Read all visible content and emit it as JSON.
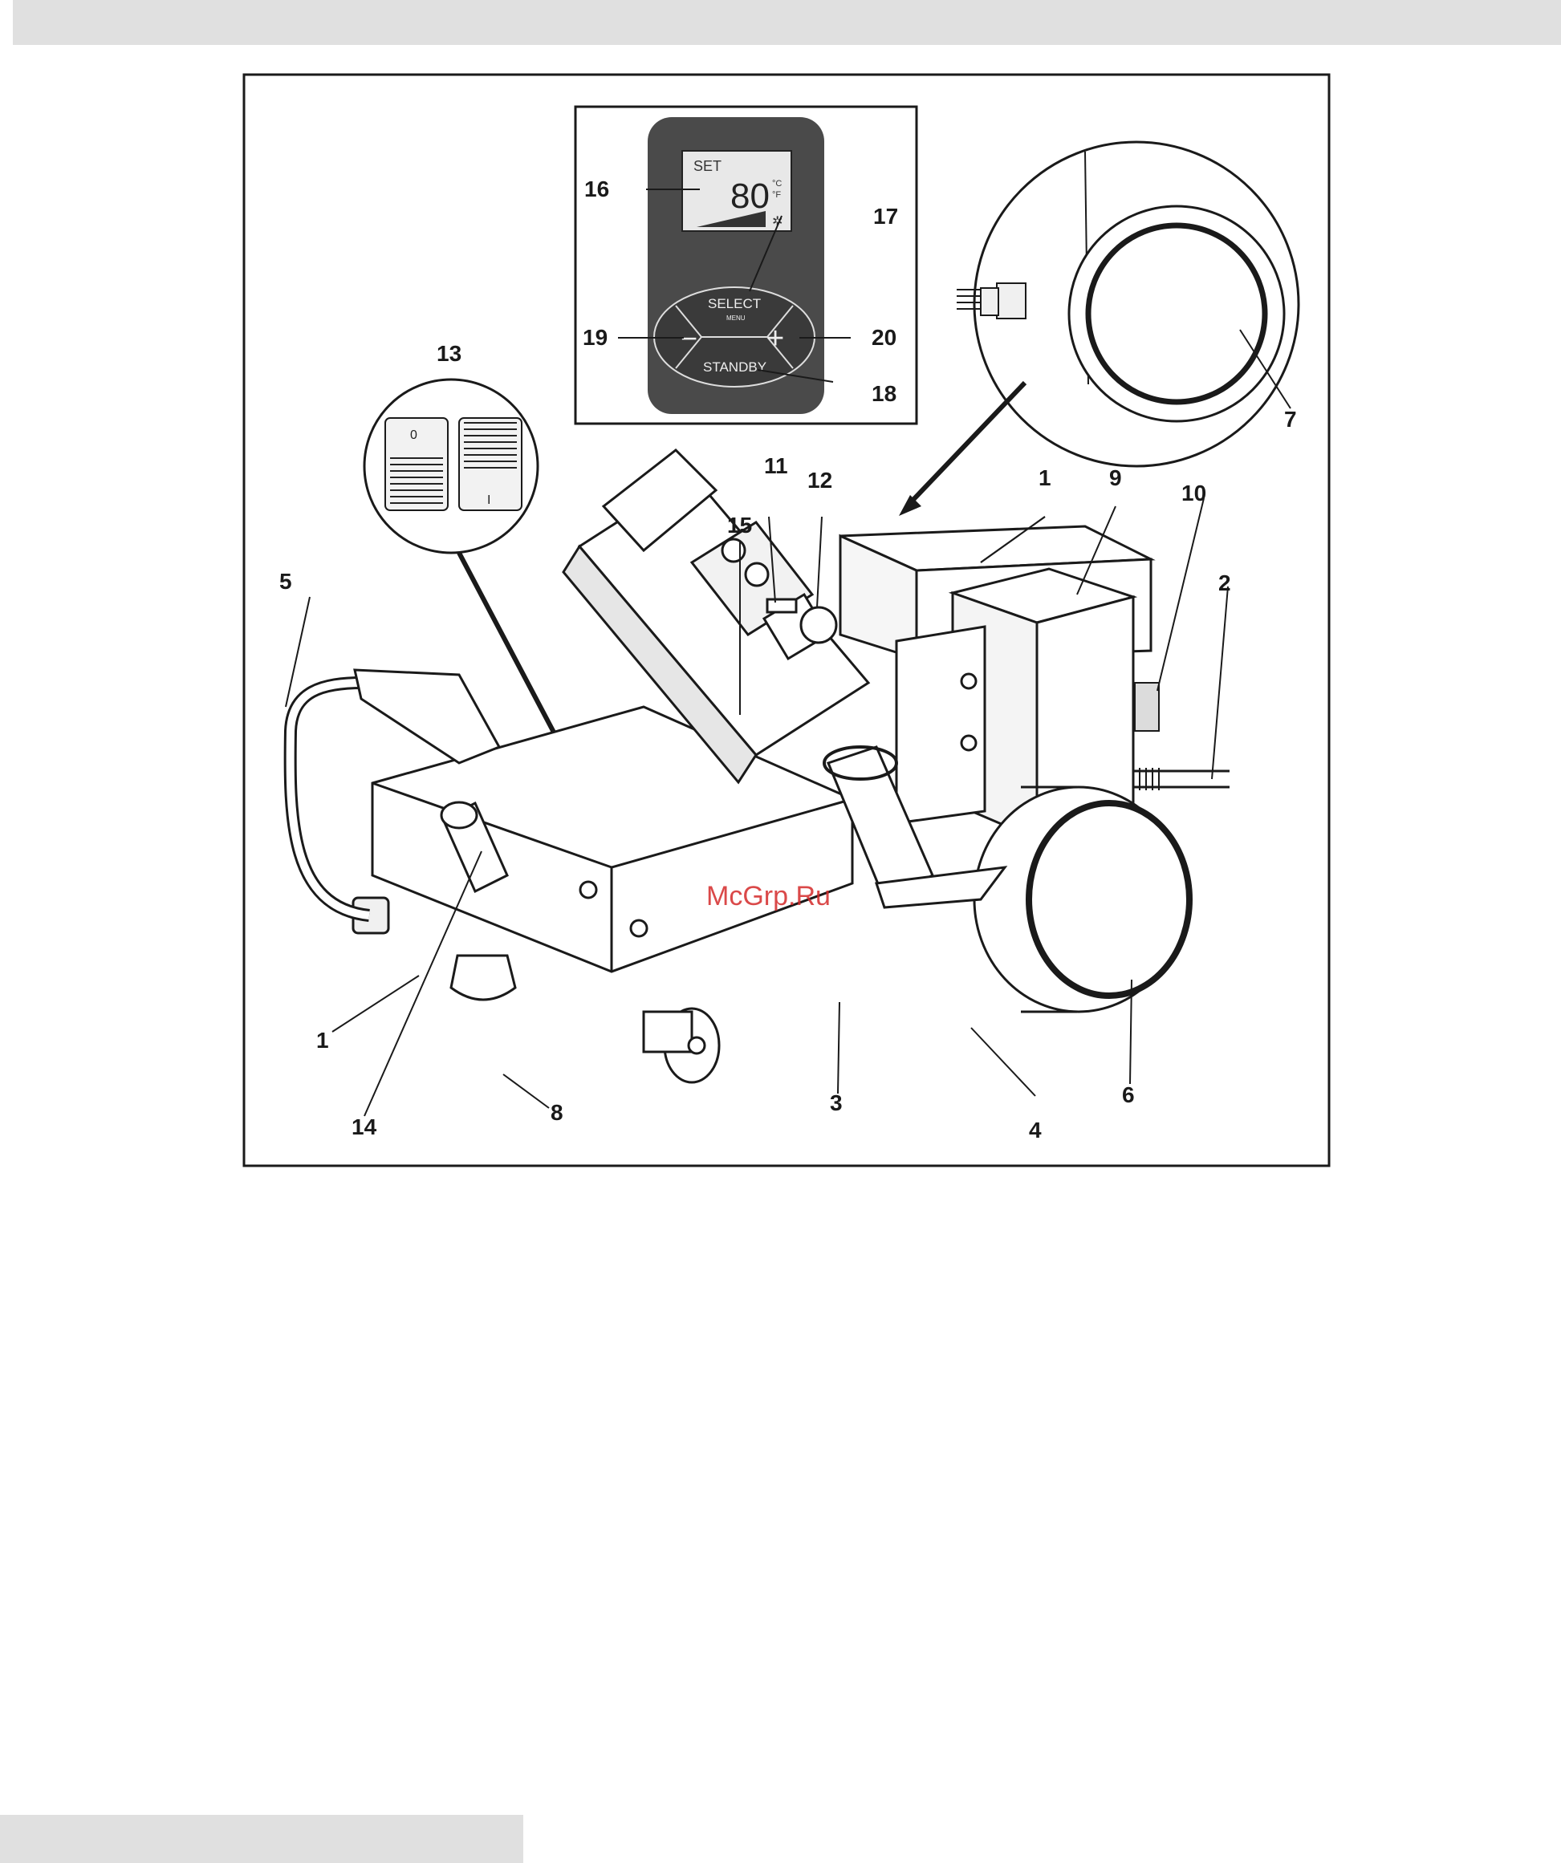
{
  "display": {
    "mode_label": "SET",
    "temperature": "80",
    "unit_c": "°C",
    "unit_f": "°F",
    "select_label": "SELECT",
    "menu_label": "MENU",
    "standby_label": "STANDBY",
    "minus_symbol": "−",
    "plus_symbol": "+"
  },
  "switch": {
    "off_label": "0",
    "on_label": "I"
  },
  "callouts": {
    "c1_top": "1",
    "c1_left": "1",
    "c2": "2",
    "c3": "3",
    "c4": "4",
    "c5": "5",
    "c6": "6",
    "c7": "7",
    "c8": "8",
    "c9": "9",
    "c10": "10",
    "c11": "11",
    "c12": "12",
    "c13": "13",
    "c14": "14",
    "c15": "15",
    "c16": "16",
    "c17": "17",
    "c18": "18",
    "c19": "19",
    "c20": "20"
  },
  "watermark": "McGrp.Ru",
  "colors": {
    "panel_dark": "#4a4a4a",
    "lcd_bg": "#e8e8e8",
    "ink": "#1a1a1a",
    "watermark": "#d42a2a"
  }
}
